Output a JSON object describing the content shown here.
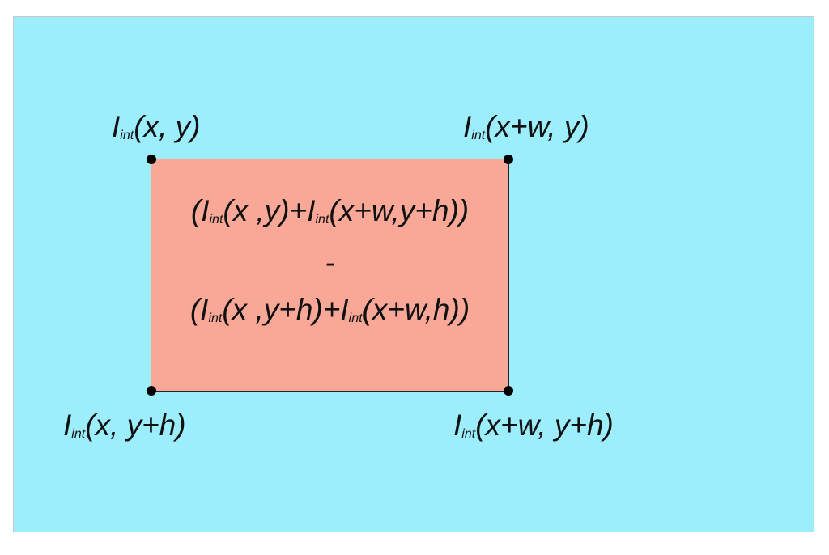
{
  "corners": {
    "top_left": {
      "func": "I",
      "sub": "int",
      "args": "(x, y)"
    },
    "top_right": {
      "func": "I",
      "sub": "int",
      "args": "(x+w, y)"
    },
    "bottom_left": {
      "func": "I",
      "sub": "int",
      "args": "(x, y+h)"
    },
    "bottom_right": {
      "func": "I",
      "sub": "int",
      "args": "(x+w, y+h)"
    }
  },
  "formula": {
    "line1": {
      "open": "(I",
      "sub_a": "int",
      "mid": "(x ,y)+I",
      "sub_b": "int",
      "close": "(x+w,y+h))"
    },
    "operator": "-",
    "line2": {
      "open": "(I",
      "sub_a": "int",
      "mid": "(x ,y+h)+I",
      "sub_b": "int",
      "close": "(x+w,h))"
    }
  },
  "colors": {
    "background": "#9ceefc",
    "region": "#f9a898",
    "corner_dot": "#000000"
  }
}
